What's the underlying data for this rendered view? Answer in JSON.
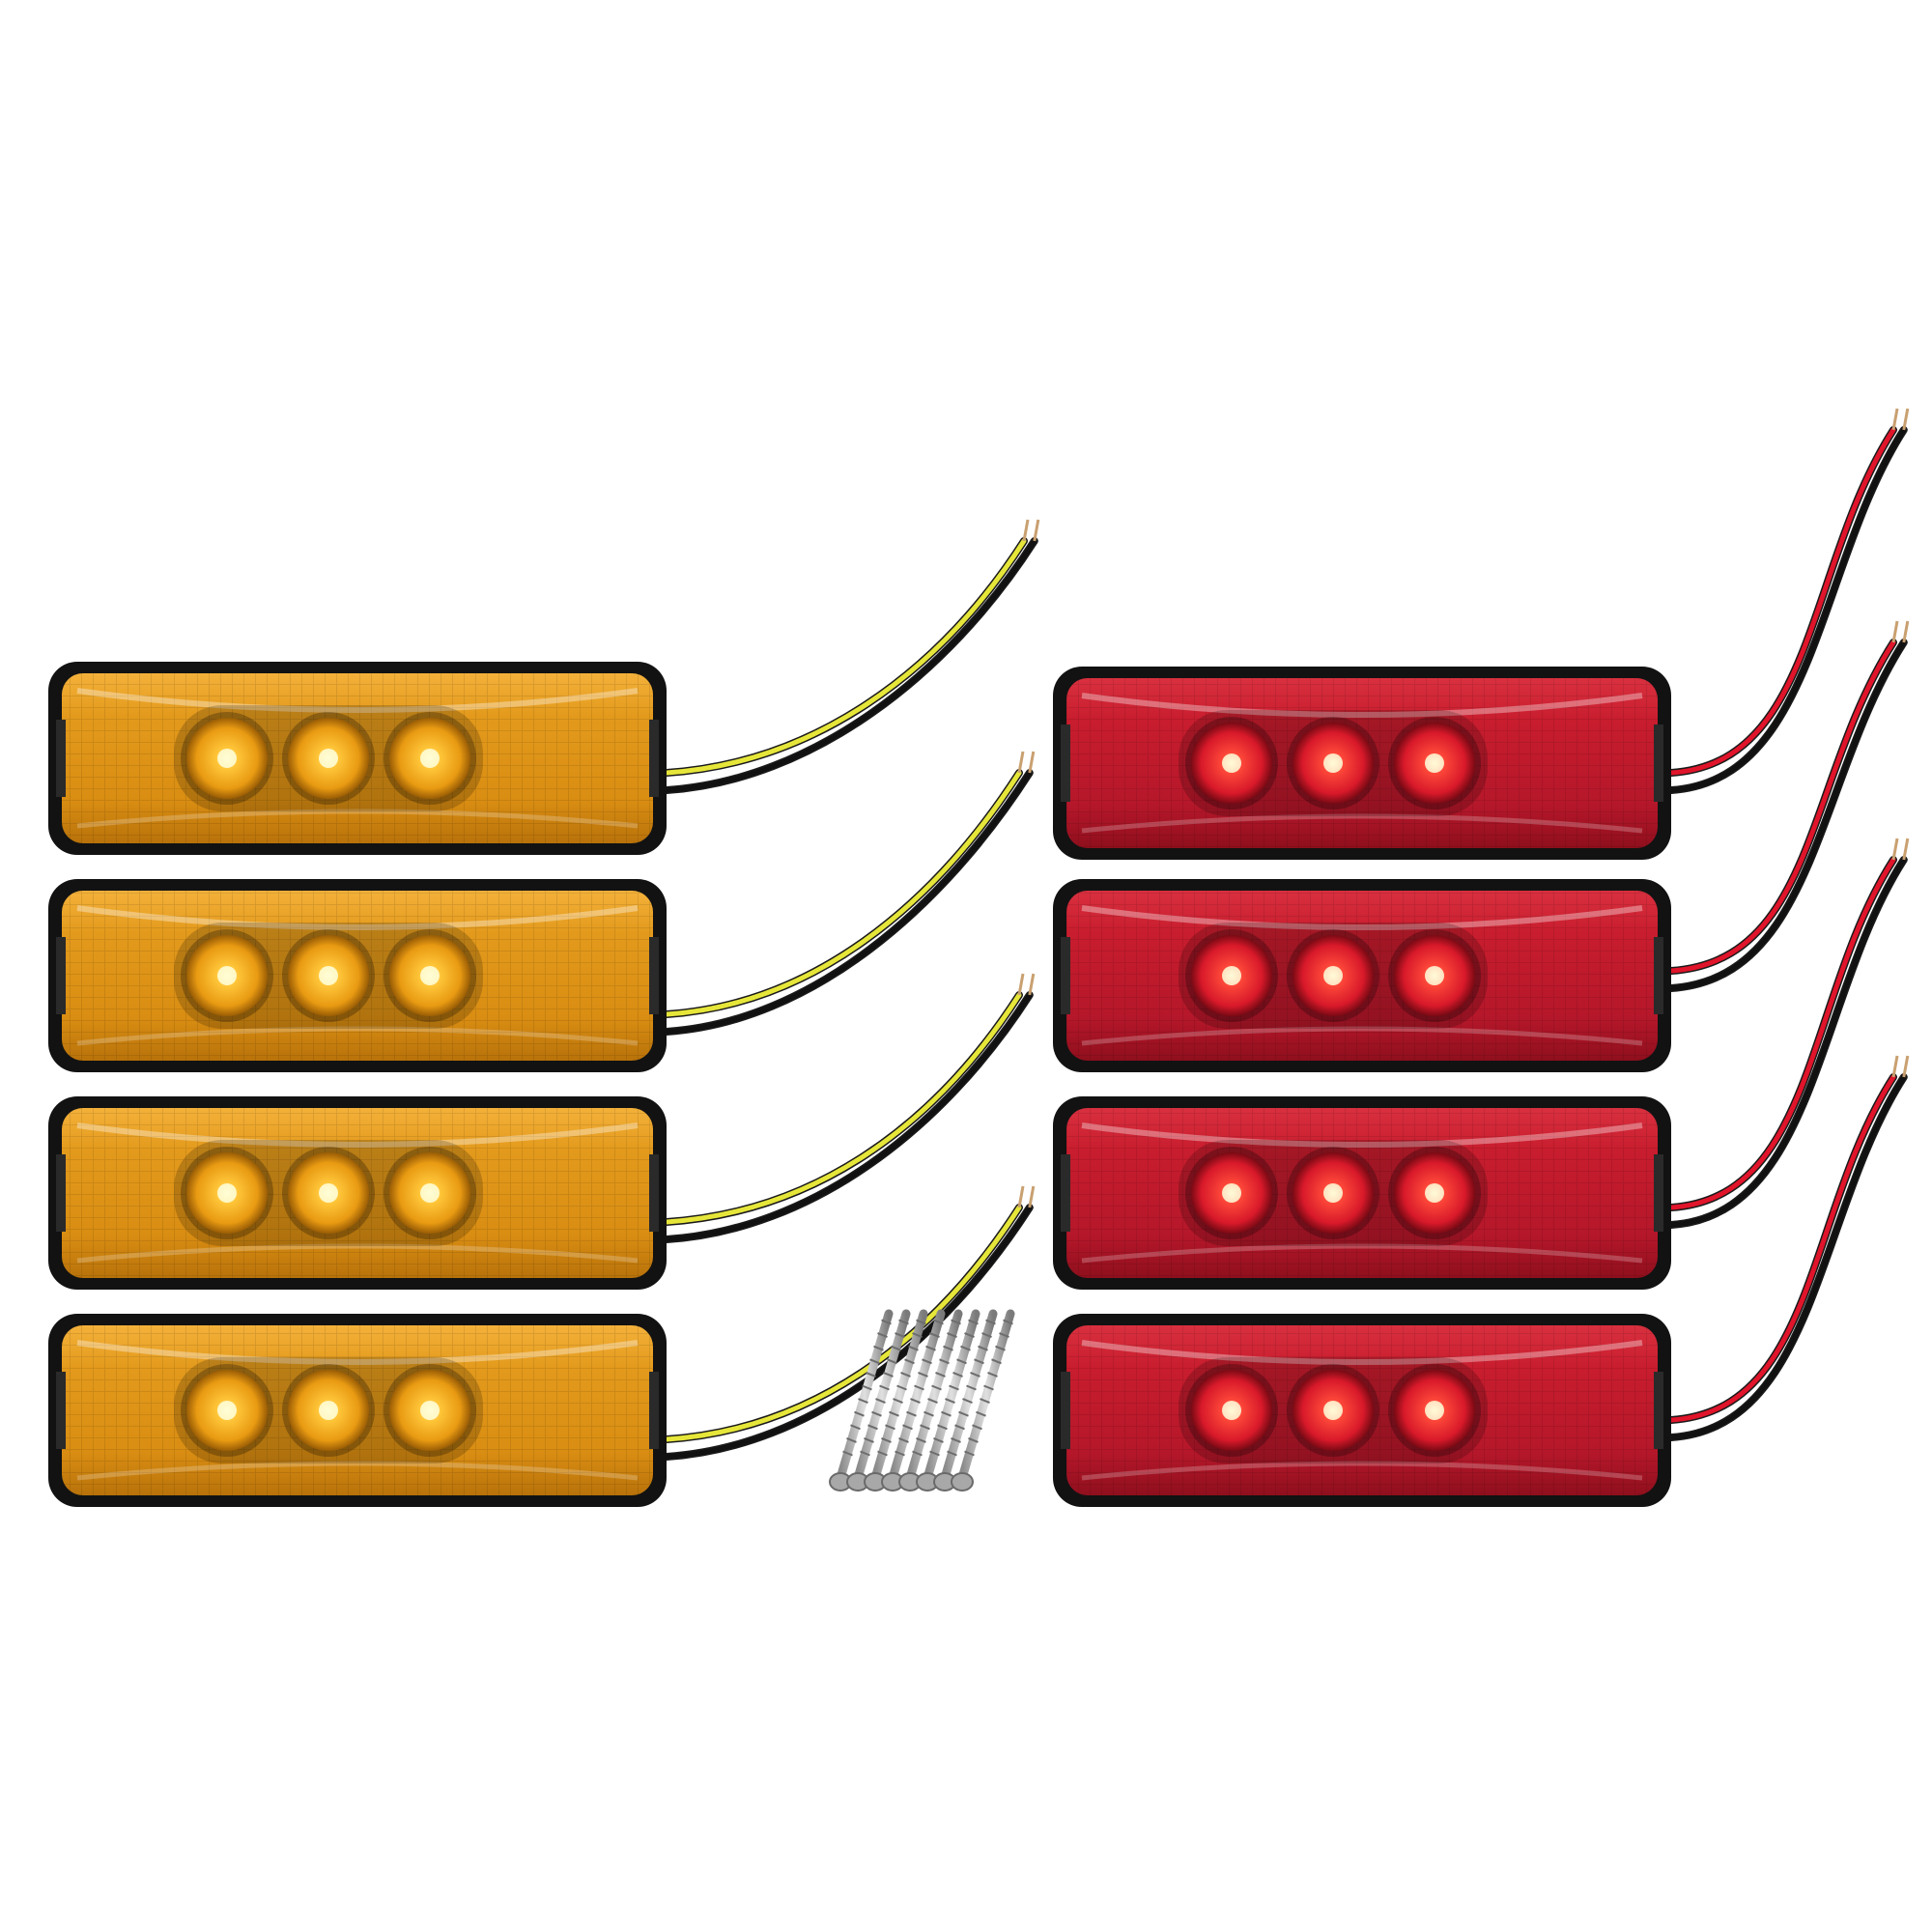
{
  "scene": {
    "background": "#ffffff",
    "amber_lights": {
      "count": 4,
      "lens_color": "#e39a1c",
      "lens_dark": "#b8720a",
      "led_color": "#ffb21f",
      "wire_colors": [
        "#e6e63a",
        "#111111"
      ]
    },
    "red_lights": {
      "count": 4,
      "lens_color": "#c81d2e",
      "lens_dark": "#8f0f1d",
      "led_color": "#ff3a3a",
      "wire_colors": [
        "#e0142a",
        "#111111"
      ]
    },
    "screws": {
      "count": 8,
      "color": "#b9b9b9"
    },
    "leds_per_light": 3
  }
}
